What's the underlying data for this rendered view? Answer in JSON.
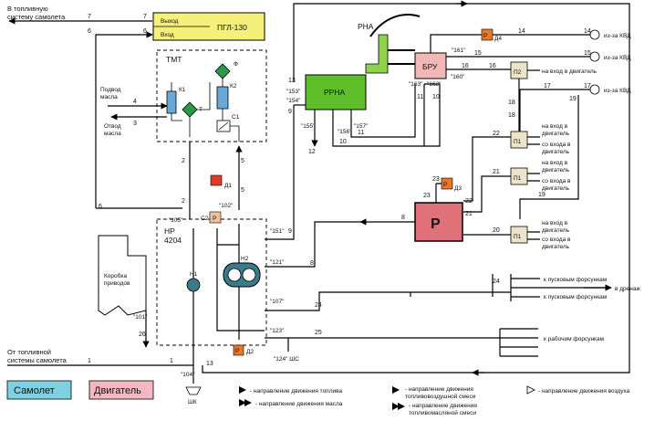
{
  "top_left": {
    "line1": "В топливную",
    "line2": "систему самолета"
  },
  "bottom_left": {
    "line1": "От топливной",
    "line2": "системы самолета"
  },
  "pgl": {
    "title": "ПГЛ-130",
    "out": "Выход",
    "in": "Вход"
  },
  "tmt": {
    "title": "ТМТ",
    "k1": "К1",
    "k2": "К2",
    "t": "Т",
    "c1": "С1",
    "phi": "Ф"
  },
  "oil_in": {
    "line1": "Подвод",
    "line2": "масла"
  },
  "oil_out": {
    "line1": "Отвод",
    "line2": "масла"
  },
  "rna": "РНА",
  "rrna": "РРНА",
  "bru": "БРУ",
  "hp": {
    "line1": "НР",
    "line2": "4204"
  },
  "gearbox": {
    "line1": "Коробка",
    "line2": "приводов"
  },
  "pumps": {
    "h1": "Н1",
    "h2": "Н2"
  },
  "regulator": "Р",
  "sensor_p": "Р",
  "d1": "Д1",
  "d2": "Д2",
  "d3": "Д3",
  "d4": "Д4",
  "c2": "С2",
  "shk": "ШК",
  "p1": "П1",
  "p2": "П2",
  "kvd": "из-за КВД",
  "engine_in": "на вход в двигатель",
  "engine_in_2": {
    "line1": "на вход в",
    "line2": "двигатель"
  },
  "engine_from": {
    "line1": "со входа в",
    "line2": "двигатель"
  },
  "start_nozzles": "к пусковым форсункам",
  "work_nozzles": "к рабочим форсункам",
  "drain": "в дренаж",
  "shs": "\"124\" ШС",
  "quotes": {
    "q161": "\"161\"",
    "q160": "\"160\"",
    "q163": "\"163\"",
    "q162": "\"162\"",
    "q153": "\"153\"",
    "q154": "\"154\"",
    "q155": "\"155\"",
    "q156": "\"156\"",
    "q157": "\"157\"",
    "q102": "\"102\"",
    "q105": "\"105\"",
    "q151": "\"151\"",
    "q121": "\"121\"",
    "q101": "\"101\"",
    "q107": "\"107\"",
    "q123": "\"123\"",
    "q104": "\"104\""
  },
  "numbers": [
    "1",
    "2",
    "3",
    "4",
    "5",
    "6",
    "7",
    "8",
    "9",
    "10",
    "11",
    "12",
    "13",
    "14",
    "15",
    "16",
    "17",
    "18",
    "19",
    "20",
    "21",
    "22",
    "23",
    "24",
    "25",
    "26"
  ],
  "legend": {
    "samolet": "Самолет",
    "dvigatel": "Двигатель",
    "fuel": "- направление движения топлива",
    "oil": "- направление движения масла",
    "fuel_air": {
      "line1": "- направление движения",
      "line2": "топливовоздушной смеси"
    },
    "fuel_oil": {
      "line1": "- направление движения",
      "line2": "топливомасляной смеси"
    },
    "air": "- направление движения воздуха"
  },
  "colors": {
    "pgl_fill": "#f5f07a",
    "rrna_fill": "#5fbf2a",
    "rna_arm": "#8fd14a",
    "bru_fill": "#f2b8b8",
    "reg_fill": "#e0707a",
    "p_small": "#f0c0a0",
    "red_d": "#e03a2a",
    "orange_d": "#e8772a",
    "samolet_fill": "#7fd0e0",
    "dvigatel_fill": "#f4b8c0",
    "pump_fill": "#3a7a8a",
    "tmt_green": "#2a9a4a"
  }
}
